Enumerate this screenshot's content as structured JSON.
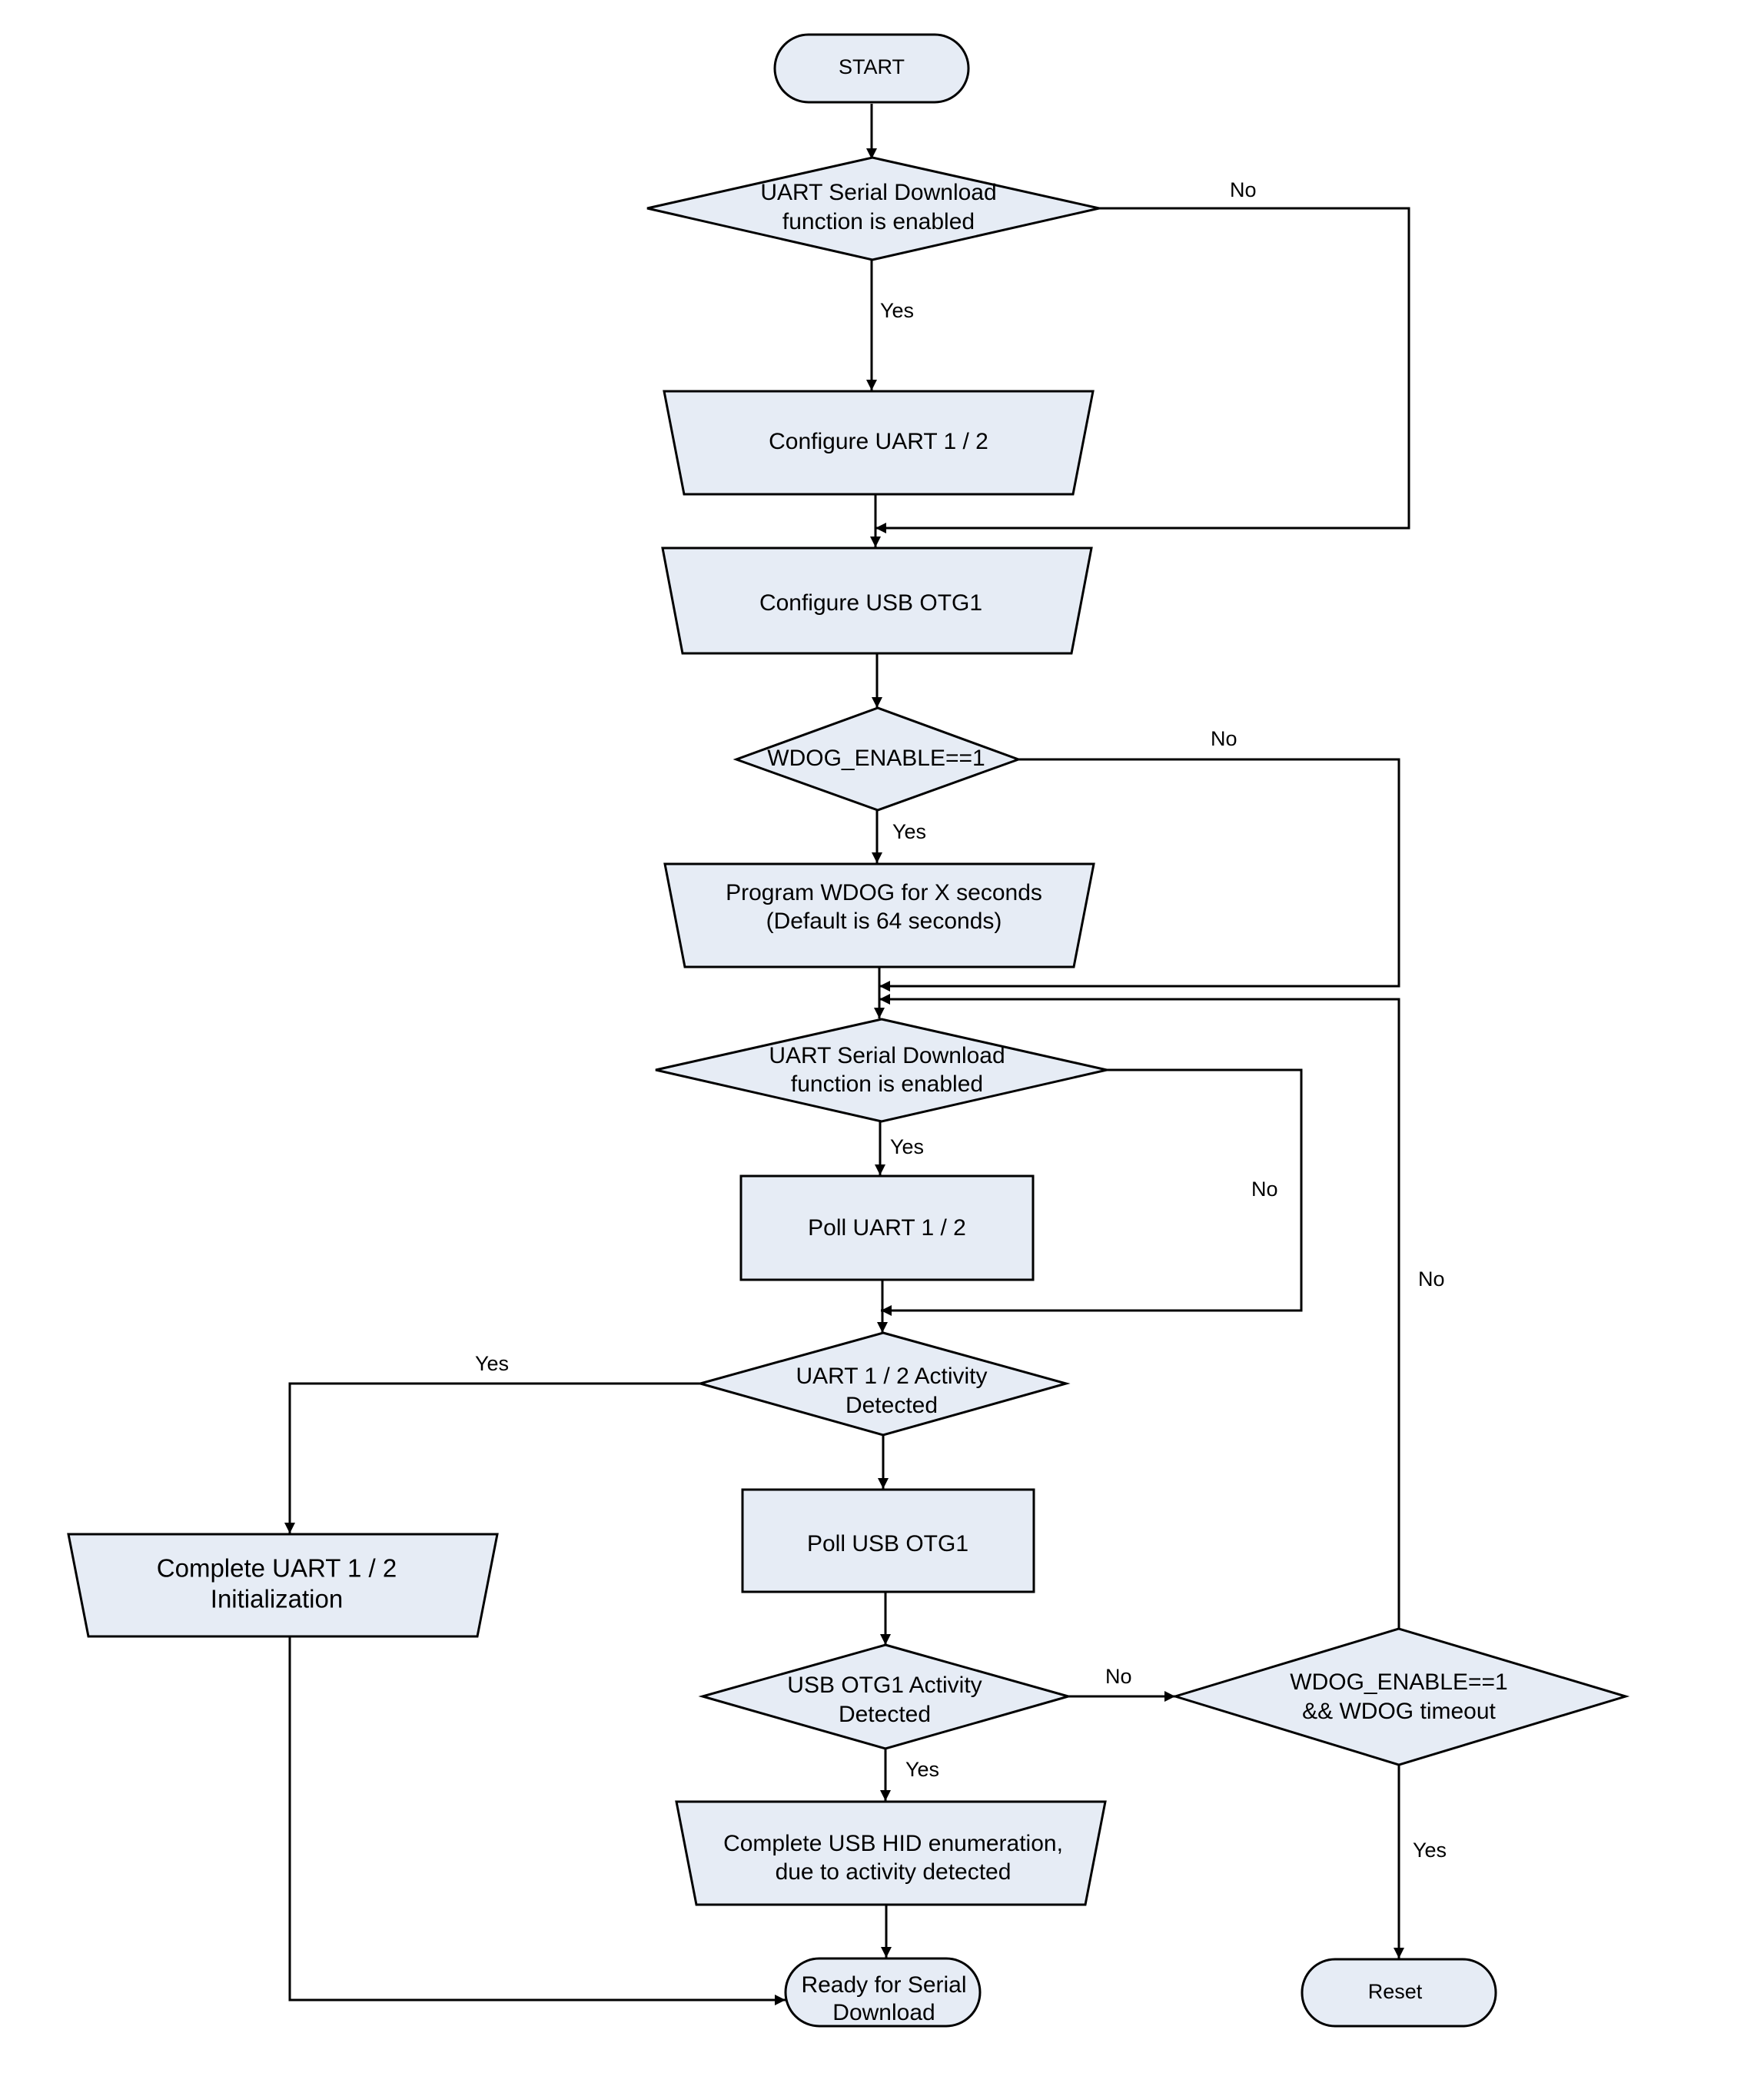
{
  "nodes": {
    "start": {
      "type": "terminator",
      "lines": [
        "START"
      ]
    },
    "uart_enabled_1": {
      "type": "decision",
      "lines": [
        "UART Serial Download",
        "function is enabled"
      ]
    },
    "configure_uart": {
      "type": "manual-operation",
      "lines": [
        "Configure UART 1 / 2"
      ]
    },
    "configure_usb": {
      "type": "manual-operation",
      "lines": [
        "Configure USB OTG1"
      ]
    },
    "wdog_enable": {
      "type": "decision",
      "lines": [
        "WDOG_ENABLE==1"
      ]
    },
    "program_wdog": {
      "type": "manual-operation",
      "lines": [
        "Program WDOG for X seconds",
        "(Default is 64 seconds)"
      ]
    },
    "uart_enabled_2": {
      "type": "decision",
      "lines": [
        "UART Serial Download",
        "function is enabled"
      ]
    },
    "poll_uart": {
      "type": "process",
      "lines": [
        "Poll UART 1 / 2"
      ]
    },
    "uart_activity": {
      "type": "decision",
      "lines": [
        "UART 1 / 2 Activity",
        "Detected"
      ]
    },
    "complete_uart": {
      "type": "manual-operation",
      "lines": [
        "Complete UART 1 / 2",
        "Initialization"
      ]
    },
    "poll_usb": {
      "type": "process",
      "lines": [
        "Poll USB OTG1"
      ]
    },
    "usb_activity": {
      "type": "decision",
      "lines": [
        "USB OTG1 Activity",
        "Detected"
      ]
    },
    "wdog_timeout": {
      "type": "decision",
      "lines": [
        "WDOG_ENABLE==1",
        "&& WDOG timeout"
      ]
    },
    "complete_usb": {
      "type": "manual-operation",
      "lines": [
        "Complete USB HID enumeration,",
        "due to activity detected"
      ]
    },
    "ready": {
      "type": "terminator",
      "lines": [
        "Ready for Serial",
        "Download"
      ]
    },
    "reset": {
      "type": "terminator",
      "lines": [
        "Reset"
      ]
    }
  },
  "edges": [
    {
      "from": "start",
      "to": "uart_enabled_1",
      "label": ""
    },
    {
      "from": "uart_enabled_1",
      "to": "configure_uart",
      "label": "Yes"
    },
    {
      "from": "uart_enabled_1",
      "to": "configure_usb",
      "label": "No"
    },
    {
      "from": "configure_uart",
      "to": "configure_usb",
      "label": ""
    },
    {
      "from": "configure_usb",
      "to": "wdog_enable",
      "label": ""
    },
    {
      "from": "wdog_enable",
      "to": "program_wdog",
      "label": "Yes"
    },
    {
      "from": "wdog_enable",
      "to": "uart_enabled_2",
      "label": "No"
    },
    {
      "from": "program_wdog",
      "to": "uart_enabled_2",
      "label": ""
    },
    {
      "from": "uart_enabled_2",
      "to": "poll_uart",
      "label": "Yes"
    },
    {
      "from": "uart_enabled_2",
      "to": "uart_activity",
      "label": "No"
    },
    {
      "from": "poll_uart",
      "to": "uart_activity",
      "label": ""
    },
    {
      "from": "uart_activity",
      "to": "complete_uart",
      "label": "Yes"
    },
    {
      "from": "uart_activity",
      "to": "poll_usb",
      "label": ""
    },
    {
      "from": "poll_usb",
      "to": "usb_activity",
      "label": ""
    },
    {
      "from": "usb_activity",
      "to": "complete_usb",
      "label": "Yes"
    },
    {
      "from": "usb_activity",
      "to": "wdog_timeout",
      "label": "No"
    },
    {
      "from": "wdog_timeout",
      "to": "reset",
      "label": "Yes"
    },
    {
      "from": "wdog_timeout",
      "to": "uart_enabled_2",
      "label": "No"
    },
    {
      "from": "complete_uart",
      "to": "ready",
      "label": ""
    },
    {
      "from": "complete_usb",
      "to": "ready",
      "label": ""
    }
  ],
  "colors": {
    "fill": "#e6ecf5",
    "stroke": "#000000",
    "background": "#ffffff"
  }
}
